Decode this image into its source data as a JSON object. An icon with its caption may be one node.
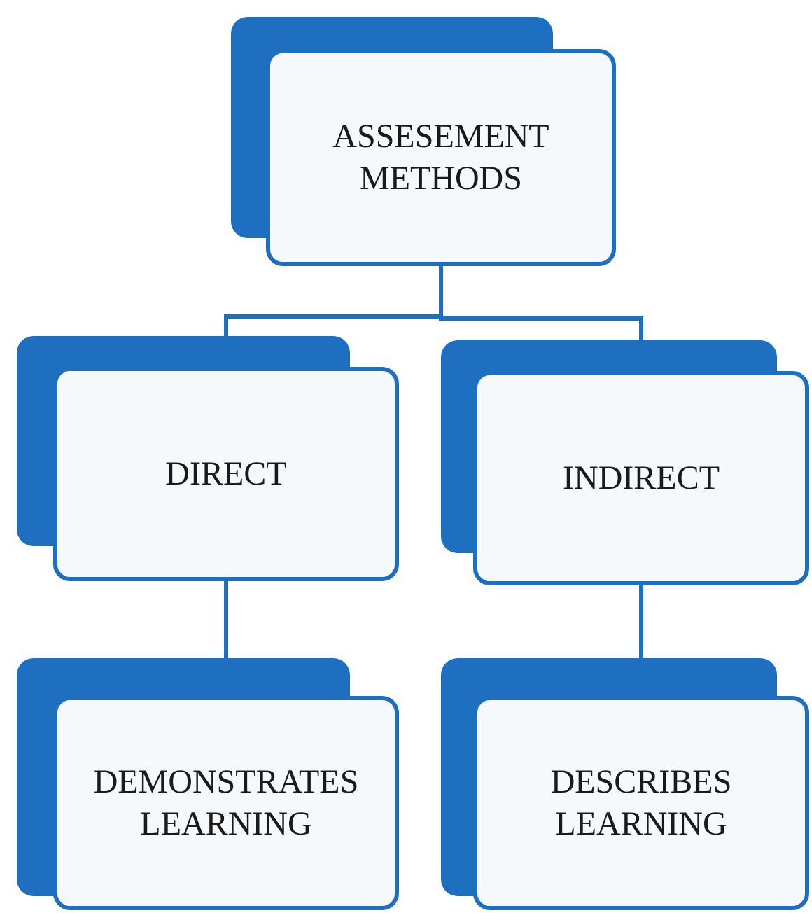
{
  "diagram": {
    "nodes": [
      {
        "text": [
          "ASSESEMENT METHODS"
        ]
      },
      {
        "text": [
          "DIRECT"
        ]
      },
      {
        "text": [
          "INDIRECT"
        ]
      },
      {
        "text": [
          "DEMONSTRATES LEARNING"
        ]
      },
      {
        "text": [
          "DESCRIBES LEARNING"
        ]
      }
    ],
    "edges": [
      {
        "from": 0,
        "to": 1,
        "arrow": "none"
      },
      {
        "from": 0,
        "to": 2,
        "arrow": "none"
      },
      {
        "from": 1,
        "to": 3,
        "arrow": "none"
      },
      {
        "from": 2,
        "to": 4,
        "arrow": "none"
      }
    ]
  }
}
